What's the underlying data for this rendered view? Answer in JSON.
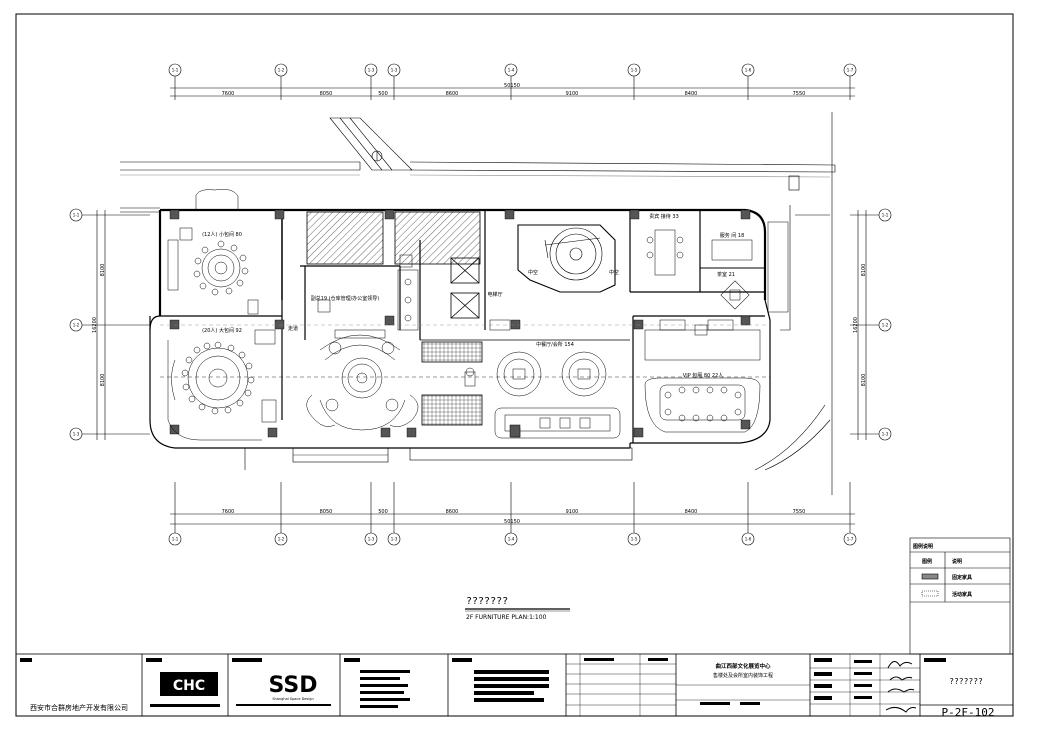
{
  "grid": {
    "vertical_axes": [
      "1-1",
      "1-2",
      "1-3",
      "1-3",
      "1-4",
      "1-5",
      "1-6",
      "1-7"
    ],
    "horizontal_axes": [
      "1-1",
      "1-2",
      "1-3"
    ],
    "top_dims": [
      "7600",
      "8050",
      "500",
      "8600",
      "9100",
      "8400",
      "7550"
    ],
    "top_total": "50150",
    "bottom_dims": [
      "7600",
      "8050",
      "500",
      "8600",
      "9100",
      "8400",
      "7550"
    ],
    "bottom_total": "50150",
    "left_dims": [
      "8100",
      "8100"
    ],
    "left_total": "16200",
    "right_dims": [
      "8100",
      "8100"
    ],
    "right_total": "16200"
  },
  "rooms": {
    "small_private_room": "(12人) 小包间 80",
    "large_private_room": "(20人) 大包间 92",
    "general_manager_office": "副总19 (仓库管理/办公室领导)",
    "dining_hall": "中餐厅/会所 154",
    "vip_lounge": "贵宾 接待 33",
    "service_room": "服务 间 18",
    "tea_room": "茶室 21",
    "vip_dining": "VIP 包厢 80 22人",
    "corridor": "走道",
    "elevator_hall": "电梯厅",
    "atrium_left": "中空",
    "atrium_right": "中空"
  },
  "drawing_title": {
    "cn": "???????",
    "en": "2F FURNITURE PLAN:1:100"
  },
  "legend": {
    "header": "图例说明",
    "col_symbol": "图例",
    "col_desc": "说明",
    "rows": [
      "固定家具",
      "活动家具"
    ]
  },
  "title_block": {
    "client": "西安市合群房地产开发有限公司",
    "designer_logo_1": "CHC",
    "designer_logo_2": "SSD",
    "designer_logo_2_sub": "Shanghai Space Design",
    "project_name": "曲江西部文化展览中心",
    "project_sub": "售楼处及会所室内装饰工程",
    "sheet_name": "???????",
    "drawing_no": "P-2F-102"
  }
}
